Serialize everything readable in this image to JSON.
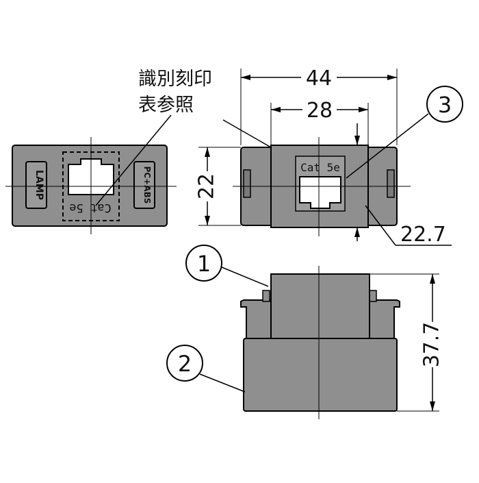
{
  "annotation": {
    "line1": "識別刻印",
    "line2": "表参照"
  },
  "dimensions": {
    "width_outer": "44",
    "width_inner": "28",
    "height_front": "22",
    "depth_jack": "22.7",
    "height_side": "37.7"
  },
  "callouts": [
    "1",
    "2",
    "3"
  ],
  "labels": {
    "cat": "Cat 5e",
    "lamp": "LAMP",
    "pc": "PC+ABS"
  },
  "colors": {
    "body": "#8f8f8f",
    "inner": "#a8a8a8",
    "line": "#000000",
    "port": "#ffffff"
  }
}
